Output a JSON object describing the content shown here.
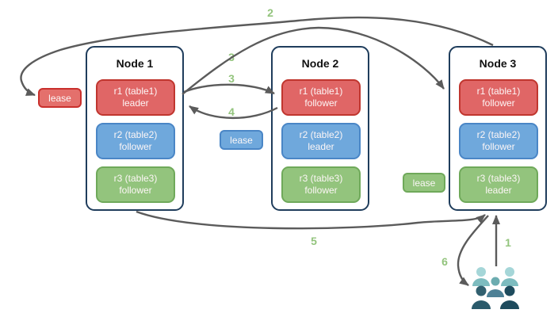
{
  "nodes": [
    {
      "title": "Node 1",
      "replicas": [
        {
          "name": "r1 (table1)",
          "role": "leader",
          "color": "red"
        },
        {
          "name": "r2 (table2)",
          "role": "follower",
          "color": "blue"
        },
        {
          "name": "r3 (table3)",
          "role": "follower",
          "color": "green"
        }
      ]
    },
    {
      "title": "Node 2",
      "replicas": [
        {
          "name": "r1 (table1)",
          "role": "follower",
          "color": "red"
        },
        {
          "name": "r2 (table2)",
          "role": "leader",
          "color": "blue"
        },
        {
          "name": "r3 (table3)",
          "role": "follower",
          "color": "green"
        }
      ]
    },
    {
      "title": "Node 3",
      "replicas": [
        {
          "name": "r1 (table1)",
          "role": "follower",
          "color": "red"
        },
        {
          "name": "r2 (table2)",
          "role": "follower",
          "color": "blue"
        },
        {
          "name": "r3 (table3)",
          "role": "leader",
          "color": "green"
        }
      ]
    }
  ],
  "leases": {
    "red": "lease",
    "blue": "lease",
    "green": "lease"
  },
  "steps": {
    "s1": "1",
    "s2": "2",
    "s3a": "3",
    "s3b": "3",
    "s4": "4",
    "s5": "5",
    "s6": "6"
  },
  "icons": {
    "people": "users-group-icon"
  },
  "colors": {
    "red_fill": "#e06666",
    "red_border": "#c0362f",
    "blue_fill": "#6fa8dc",
    "blue_border": "#4a86c6",
    "green_fill": "#93c47d",
    "green_border": "#6fa95a",
    "node_border": "#1f3d5c",
    "arrow": "#5b5b5b",
    "step_label": "#93c47d",
    "people_light_head": "#a5d6d8",
    "people_light_body": "#7dbcbf",
    "people_mid_head": "#6cacb0",
    "people_mid_body": "#4e8196",
    "people_dark_left": "#2a5a6b",
    "people_dark_right": "#1e4b5d"
  }
}
